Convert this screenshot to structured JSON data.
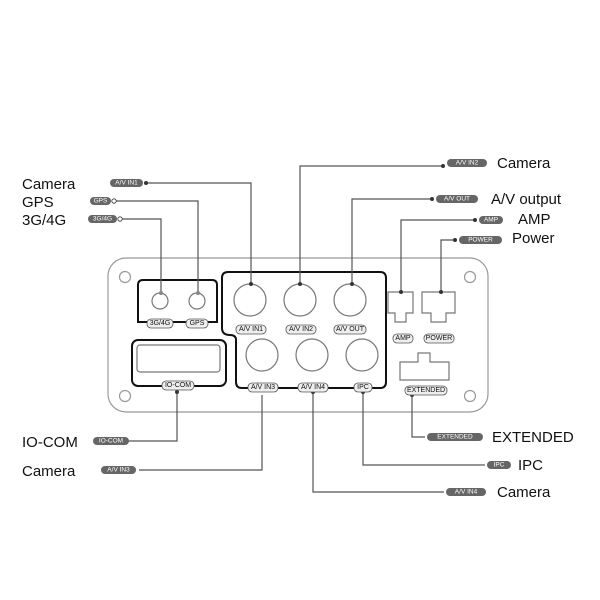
{
  "left_labels": {
    "camera_in1": {
      "text": "Camera",
      "tag": "A/V IN1"
    },
    "gps": {
      "text": "GPS",
      "tag": "GPS"
    },
    "net": {
      "text": "3G/4G",
      "tag": "3G/4G"
    },
    "iocom": {
      "text": "IO-COM",
      "tag": "IO-COM"
    },
    "camera_in3": {
      "text": "Camera",
      "tag": "A/V IN3"
    }
  },
  "right_labels": {
    "camera_in2": {
      "text": "Camera",
      "tag": "A/V IN2"
    },
    "av_out": {
      "text": "A/V output",
      "tag": "A/V OUT"
    },
    "amp": {
      "text": "AMP",
      "tag": "AMP"
    },
    "power": {
      "text": "Power",
      "tag": "POWER"
    },
    "extended": {
      "text": "EXTENDED",
      "tag": "EXTENDED"
    },
    "ipc": {
      "text": "IPC",
      "tag": "IPC"
    },
    "camera_in4": {
      "text": "Camera",
      "tag": "A/V IN4"
    }
  },
  "panel_labels": {
    "net": "3G/4G",
    "gps": "GPS",
    "in1": "A/V IN1",
    "in2": "A/V IN2",
    "out": "A/V OUT",
    "in3": "A/V IN3",
    "in4": "A/V IN4",
    "ipc": "IPC",
    "amp": "AMP",
    "power": "POWER",
    "extended": "EXTENDED",
    "iocom": "IO-COM"
  }
}
